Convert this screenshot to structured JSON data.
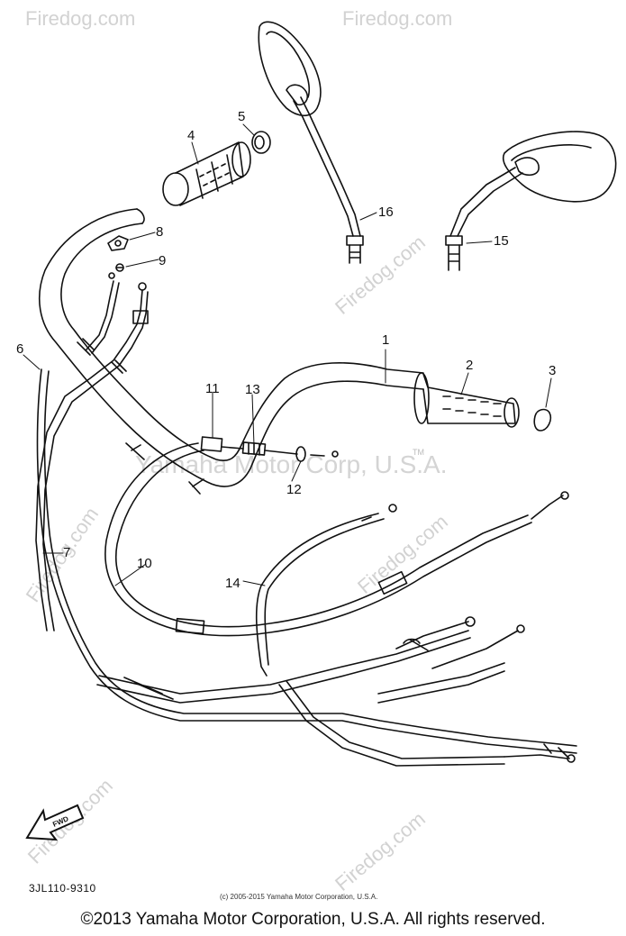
{
  "diagram": {
    "part_labels": [
      "1",
      "2",
      "3",
      "4",
      "5",
      "6",
      "7",
      "8",
      "9",
      "10",
      "11",
      "12",
      "13",
      "14",
      "15",
      "16"
    ],
    "watermark_text": "Firedog.com",
    "watermark_logo_text": "Yamaha Motor Corp, U.S.A.",
    "watermark_tm": "TM",
    "direction_marker": "FWD",
    "diagram_code": "3JL110-9310",
    "inline_copyright": "(c) 2005-2015 Yamaha Motor Corporation, U.S.A.",
    "footer_copyright": "©2013 Yamaha Motor Corporation, U.S.A. All rights reserved."
  }
}
